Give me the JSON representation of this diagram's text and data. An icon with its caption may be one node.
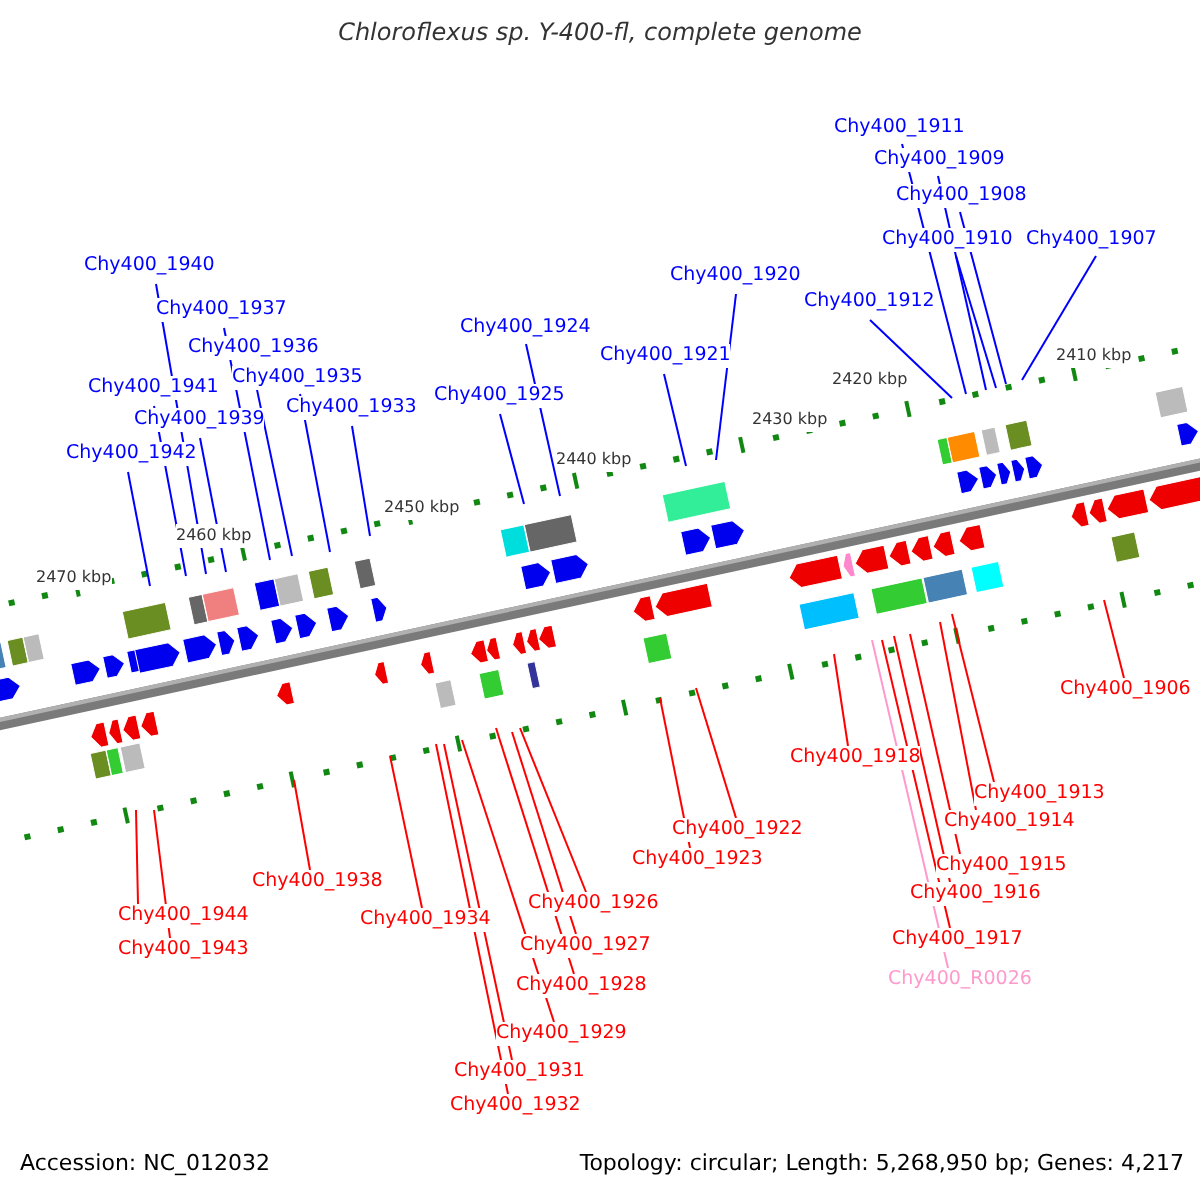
{
  "diagram": {
    "title": "Chloroflexus sp. Y-400-fl, complete genome",
    "nodes": [
      {
        "text": [
          "Chy400_1911"
        ]
      },
      {
        "text": [
          "Chy400_1909"
        ]
      },
      {
        "text": [
          "Chy400_1908"
        ]
      },
      {
        "text": [
          "Chy400_1910"
        ]
      },
      {
        "text": [
          "Chy400_1907"
        ]
      },
      {
        "text": [
          "Chy400_1940"
        ]
      },
      {
        "text": [
          "Chy400_1920"
        ]
      },
      {
        "text": [
          "Chy400_1912"
        ]
      },
      {
        "text": [
          "Chy400_1937"
        ]
      },
      {
        "text": [
          "Chy400_1924"
        ]
      },
      {
        "text": [
          "Chy400_1936"
        ]
      },
      {
        "text": [
          "Chy400_1921"
        ]
      },
      {
        "text": [
          "Chy400_1935"
        ]
      },
      {
        "text": [
          "Chy400_1941"
        ]
      },
      {
        "text": [
          "Chy400_1925"
        ]
      },
      {
        "text": [
          "Chy400_1933"
        ]
      },
      {
        "text": [
          "Chy400_1939"
        ]
      },
      {
        "text": [
          "Chy400_1942"
        ]
      },
      {
        "text": [
          "Chy400_1906"
        ]
      },
      {
        "text": [
          "Chy400_1918"
        ]
      },
      {
        "text": [
          "Chy400_1913"
        ]
      },
      {
        "text": [
          "Chy400_1914"
        ]
      },
      {
        "text": [
          "Chy400_1922"
        ]
      },
      {
        "text": [
          "Chy400_1923"
        ]
      },
      {
        "text": [
          "Chy400_1915"
        ]
      },
      {
        "text": [
          "Chy400_1938"
        ]
      },
      {
        "text": [
          "Chy400_1916"
        ]
      },
      {
        "text": [
          "Chy400_1926"
        ]
      },
      {
        "text": [
          "Chy400_1944"
        ]
      },
      {
        "text": [
          "Chy400_1934"
        ]
      },
      {
        "text": [
          "Chy400_1917"
        ]
      },
      {
        "text": [
          "Chy400_1927"
        ]
      },
      {
        "text": [
          "Chy400_1943"
        ]
      },
      {
        "text": [
          "Chy400_1928"
        ]
      },
      {
        "text": [
          "Chy400_R0026"
        ]
      },
      {
        "text": [
          "Chy400_1929"
        ]
      },
      {
        "text": [
          "Chy400_1931"
        ]
      },
      {
        "text": [
          "Chy400_1932"
        ]
      }
    ],
    "edges": [
      {
        "from": 0,
        "to": null,
        "arrow": "none",
        "color": "#0000ff"
      },
      {
        "from": 1,
        "to": null,
        "arrow": "none",
        "color": "#0000ff"
      },
      {
        "from": 2,
        "to": null,
        "arrow": "none",
        "color": "#0000ff"
      },
      {
        "from": 3,
        "to": null,
        "arrow": "none",
        "color": "#0000ff"
      },
      {
        "from": 4,
        "to": null,
        "arrow": "none",
        "color": "#0000ff"
      },
      {
        "from": 5,
        "to": null,
        "arrow": "none",
        "color": "#0000ff"
      },
      {
        "from": 6,
        "to": null,
        "arrow": "none",
        "color": "#0000ff"
      },
      {
        "from": 7,
        "to": null,
        "arrow": "none",
        "color": "#0000ff"
      },
      {
        "from": 8,
        "to": null,
        "arrow": "none",
        "color": "#0000ff"
      },
      {
        "from": 9,
        "to": null,
        "arrow": "none",
        "color": "#0000ff"
      },
      {
        "from": 10,
        "to": null,
        "arrow": "none",
        "color": "#0000ff"
      },
      {
        "from": 11,
        "to": null,
        "arrow": "none",
        "color": "#0000ff"
      },
      {
        "from": 12,
        "to": null,
        "arrow": "none",
        "color": "#0000ff"
      },
      {
        "from": 13,
        "to": null,
        "arrow": "none",
        "color": "#0000ff"
      },
      {
        "from": 14,
        "to": null,
        "arrow": "none",
        "color": "#0000ff"
      },
      {
        "from": 15,
        "to": null,
        "arrow": "none",
        "color": "#0000ff"
      },
      {
        "from": 16,
        "to": null,
        "arrow": "none",
        "color": "#0000ff"
      },
      {
        "from": 17,
        "to": null,
        "arrow": "none",
        "color": "#0000ff"
      },
      {
        "from": 18,
        "to": null,
        "arrow": "none"
      },
      {
        "from": 19,
        "to": null,
        "arrow": "none"
      },
      {
        "from": 20,
        "to": null,
        "arrow": "none"
      },
      {
        "from": 21,
        "to": null,
        "arrow": "none"
      },
      {
        "from": 22,
        "to": null,
        "arrow": "none"
      },
      {
        "from": 23,
        "to": null,
        "arrow": "none"
      },
      {
        "from": 24,
        "to": null,
        "arrow": "none"
      },
      {
        "from": 25,
        "to": null,
        "arrow": "none"
      },
      {
        "from": 26,
        "to": null,
        "arrow": "none"
      },
      {
        "from": 27,
        "to": null,
        "arrow": "none"
      },
      {
        "from": 28,
        "to": null,
        "arrow": "none"
      },
      {
        "from": 29,
        "to": null,
        "arrow": "none"
      },
      {
        "from": 30,
        "to": null,
        "arrow": "none"
      },
      {
        "from": 31,
        "to": null,
        "arrow": "none"
      },
      {
        "from": 32,
        "to": null,
        "arrow": "none"
      },
      {
        "from": 33,
        "to": null,
        "arrow": "none"
      },
      {
        "from": 34,
        "to": null,
        "arrow": "none",
        "color": "#ff99cc"
      },
      {
        "from": 35,
        "to": null,
        "arrow": "none"
      },
      {
        "from": 36,
        "to": null,
        "arrow": "none"
      },
      {
        "from": 37,
        "to": null,
        "arrow": "none"
      }
    ],
    "labels": [
      "2410 kbp",
      "2420 kbp",
      "2430 kbp",
      "2440 kbp",
      "2450 kbp",
      "2460 kbp",
      "2470 kbp",
      "Accession: NC_012032",
      "Topology: circular; Length: 5,268,950 bp; Genes: 4,217"
    ]
  }
}
